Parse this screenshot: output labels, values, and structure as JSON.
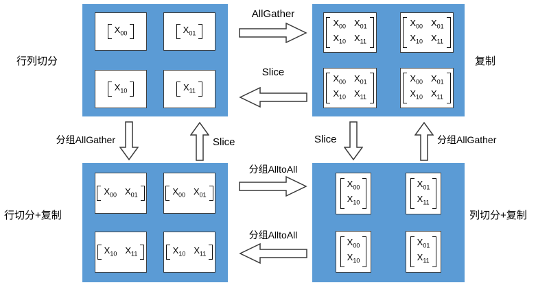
{
  "colors": {
    "panel_blue": "#5B9BD5",
    "cell_border": "#3f3f3f",
    "arrow_outline": "#3a3a3a"
  },
  "panels": [
    {
      "label": "行列切分",
      "cells": [
        [
          [
            "X00"
          ]
        ],
        [
          [
            "X01"
          ]
        ],
        [
          [
            "X10"
          ]
        ],
        [
          [
            "X11"
          ]
        ]
      ]
    },
    {
      "label": "复制",
      "cells": [
        [
          [
            "X00",
            "X01"
          ],
          [
            "X10",
            "X11"
          ]
        ],
        [
          [
            "X00",
            "X01"
          ],
          [
            "X10",
            "X11"
          ]
        ],
        [
          [
            "X00",
            "X01"
          ],
          [
            "X10",
            "X11"
          ]
        ],
        [
          [
            "X00",
            "X01"
          ],
          [
            "X10",
            "X11"
          ]
        ]
      ]
    },
    {
      "label": "行切分+复制",
      "cells": [
        [
          [
            "X00",
            "X01"
          ]
        ],
        [
          [
            "X00",
            "X01"
          ]
        ],
        [
          [
            "X10",
            "X11"
          ]
        ],
        [
          [
            "X10",
            "X11"
          ]
        ]
      ]
    },
    {
      "label": "列切分+复制",
      "cells": [
        [
          [
            "X00"
          ],
          [
            "X10"
          ]
        ],
        [
          [
            "X01"
          ],
          [
            "X11"
          ]
        ],
        [
          [
            "X00"
          ],
          [
            "X10"
          ]
        ],
        [
          [
            "X01"
          ],
          [
            "X11"
          ]
        ]
      ]
    }
  ],
  "arrows": {
    "allgather": "AllGather",
    "slice_top": "Slice",
    "group_allgather_left": "分组AllGather",
    "slice_up_left": "Slice",
    "slice_down_right": "Slice",
    "group_allgather_right": "分组AllGather",
    "alltoall_top": "分组AlltoAll",
    "alltoall_bottom": "分组AlltoAll"
  }
}
